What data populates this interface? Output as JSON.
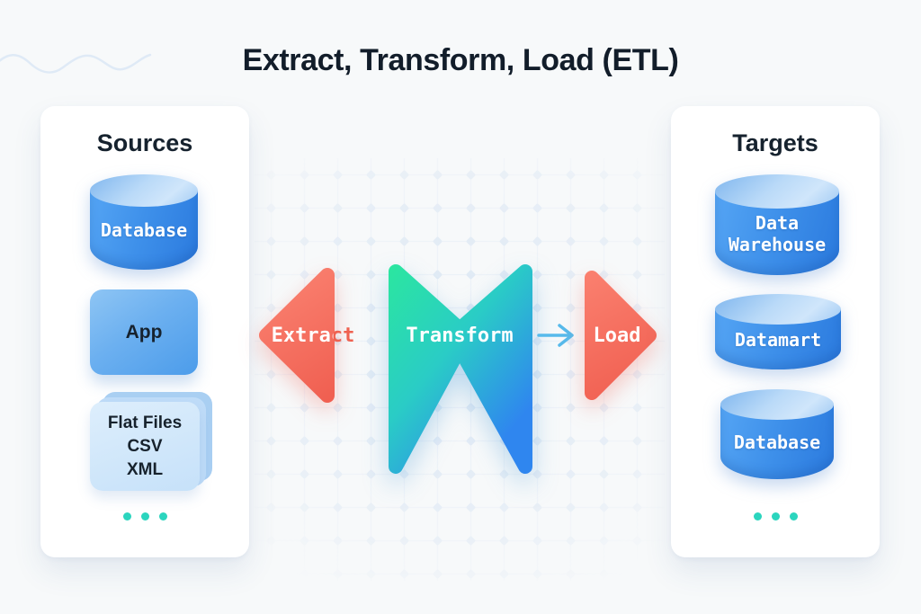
{
  "title": "Extract, Transform, Load (ETL)",
  "sources_panel": {
    "heading": "Sources",
    "items": [
      {
        "type": "cylinder",
        "label": "Database"
      },
      {
        "type": "app-box",
        "label": "App"
      },
      {
        "type": "file-stack",
        "lines": [
          "Flat Files",
          "CSV",
          "XML"
        ]
      }
    ]
  },
  "flow": {
    "extract": "Extract",
    "transform": "Transform",
    "load": "Load"
  },
  "targets_panel": {
    "heading": "Targets",
    "items": [
      {
        "type": "cylinder",
        "label": "Data Warehouse"
      },
      {
        "type": "cylinder",
        "label": "Datamart"
      },
      {
        "type": "cylinder",
        "label": "Database"
      }
    ]
  },
  "icons": {
    "flow_arrow": "arrow-right",
    "more_items": "ellipsis-dots"
  },
  "colors": {
    "background": "#F7F9FA",
    "title_text": "#121D2A",
    "coral_shape": "#F4695C",
    "teal_shape": "#2BE3A3",
    "blue_shape": "#2F86EF",
    "cylinder_blue": "#3E90EA",
    "cylinder_top": "#BADAF8",
    "arrow_blue": "#57BAEB",
    "dots_teal": "#2BD5BE",
    "dark_label": "#16222E"
  }
}
